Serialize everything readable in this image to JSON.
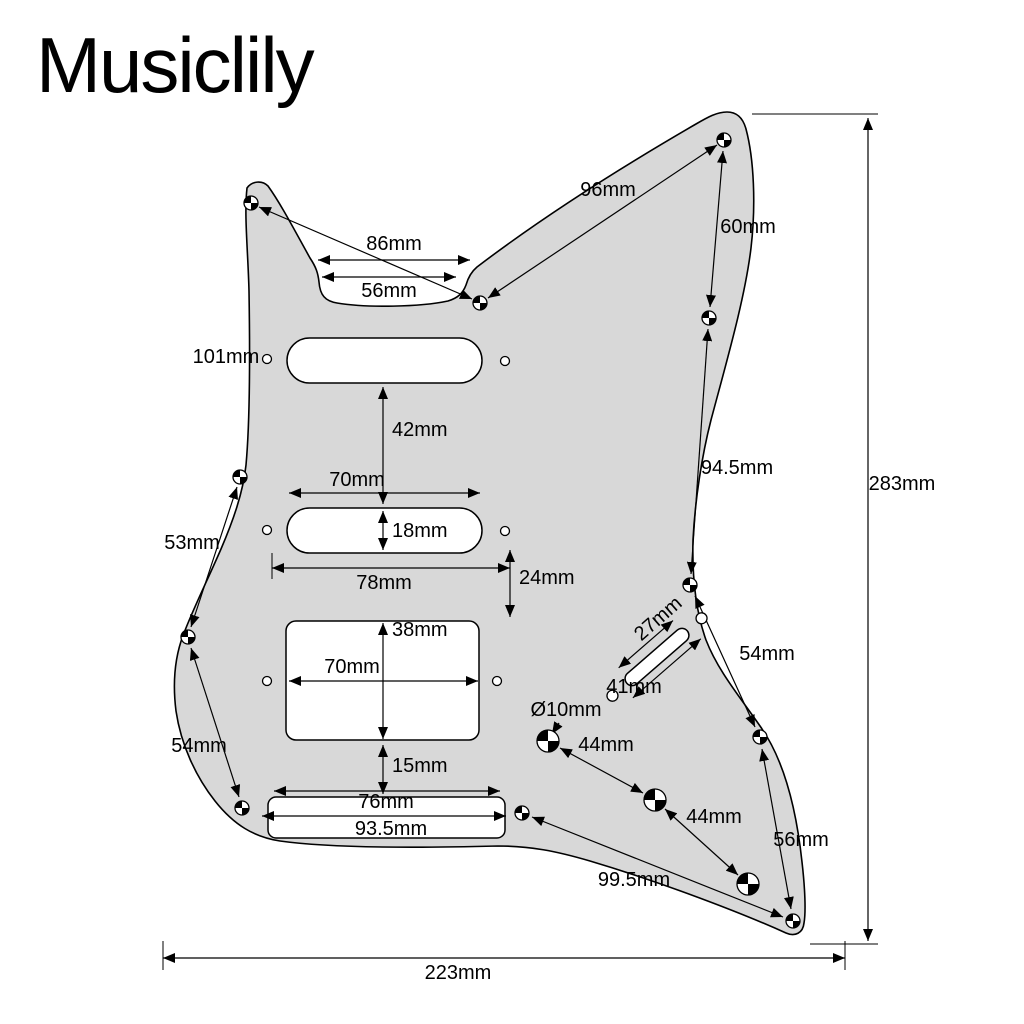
{
  "brand": {
    "logo": "Musiclily"
  },
  "colors": {
    "background": "#ffffff",
    "pickguard_fill": "#d8d8d8",
    "outline": "#000000",
    "text": "#000000"
  },
  "diagram": {
    "dims": {
      "d96": "96mm",
      "d86": "86mm",
      "d56_pocket": "56mm",
      "d60": "60mm",
      "d101": "101mm",
      "d42": "42mm",
      "d70_middle": "70mm",
      "d18": "18mm",
      "d78": "78mm",
      "d24": "24mm",
      "d94_5": "94.5mm",
      "d283": "283mm",
      "d53": "53mm",
      "d38": "38mm",
      "d70_humbucker": "70mm",
      "d15": "15mm",
      "d27": "27mm",
      "d41": "41mm",
      "d54_left": "54mm",
      "d54_right": "54mm",
      "dia10": "Ø10mm",
      "d44_upper": "44mm",
      "d44_lower": "44mm",
      "d76": "76mm",
      "d93_5": "93.5mm",
      "d99_5": "99.5mm",
      "d56_bottom": "56mm",
      "d223": "223mm"
    }
  }
}
